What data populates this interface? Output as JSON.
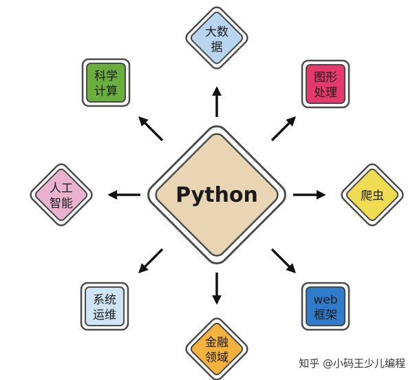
{
  "center": {
    "label": "Python",
    "fill": "#e8d5b4"
  },
  "nodes": {
    "bigdata": {
      "line1": "大数",
      "line2": "据",
      "fill": "#b7d5ee"
    },
    "graphics": {
      "line1": "图形",
      "line2": "处理",
      "fill": "#e5396e"
    },
    "crawler": {
      "line1": "爬虫",
      "fill": "#f0dc52"
    },
    "web": {
      "line1": "web",
      "line2": "框架",
      "fill": "#2f7ccb"
    },
    "finance": {
      "line1": "金融",
      "line2": "领域",
      "fill": "#f3b13e"
    },
    "sysops": {
      "line1": "系统",
      "line2": "运维",
      "fill": "#cfe4f4"
    },
    "ai": {
      "line1": "人工",
      "line2": "智能",
      "fill": "#ebb2d0"
    },
    "science": {
      "line1": "科学",
      "line2": "计算",
      "fill": "#6aaf3d"
    }
  },
  "colors": {
    "stroke": "#4a4a4a",
    "arrow": "#111111",
    "outer_ring": "#ffffff"
  },
  "watermark": "知乎 @小码王少儿编程"
}
